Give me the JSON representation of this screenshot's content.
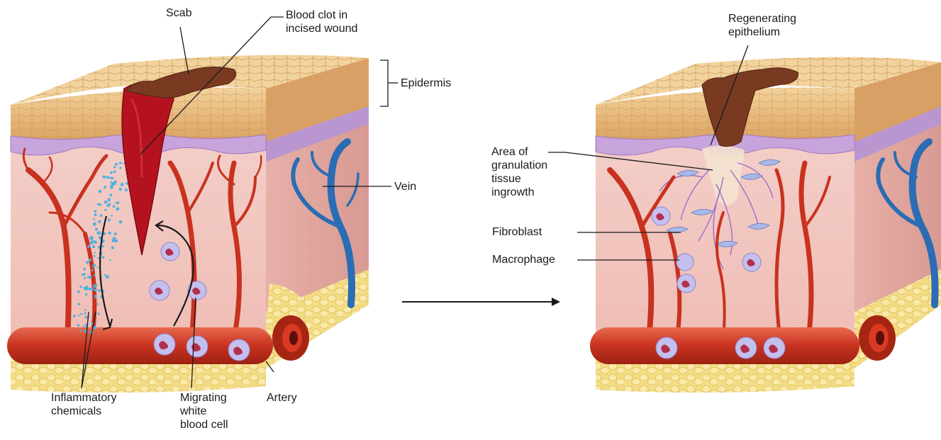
{
  "colors": {
    "epidermis": "#e6b26f",
    "epidermis_light": "#f2cf96",
    "basal_layer": "#c9a6d8",
    "dermis": "#f2c7c0",
    "dermis_side": "#e3aaa3",
    "fat": "#f5df8a",
    "artery": "#c8321f",
    "artery_light": "#e45a43",
    "vein": "#2a6db5",
    "clot": "#b5121f",
    "scab": "#7a3a22",
    "wbc": "#b9b3e6",
    "wbc_nucleus": "#b0304c",
    "chemicals": "#4fb1e0",
    "fibroblast": "#a8b8e8",
    "leader_line": "#1a1a1a"
  },
  "left_diagram": {
    "labels": {
      "scab": [
        "Scab"
      ],
      "blood_clot": [
        "Blood clot in",
        "incised wound"
      ],
      "epidermis": [
        "Epidermis"
      ],
      "vein": [
        "Vein"
      ],
      "inflammatory_chemicals": [
        "Inflammatory",
        "chemicals"
      ],
      "migrating_wbc": [
        "Migrating",
        "white",
        "blood cell"
      ],
      "artery": [
        "Artery"
      ]
    }
  },
  "right_diagram": {
    "labels": {
      "regenerating_epithelium": [
        "Regenerating",
        "epithelium"
      ],
      "granulation_tissue": [
        "Area of",
        "granulation",
        "tissue",
        "ingrowth"
      ],
      "fibroblast": [
        "Fibroblast"
      ],
      "macrophage": [
        "Macrophage"
      ]
    }
  }
}
